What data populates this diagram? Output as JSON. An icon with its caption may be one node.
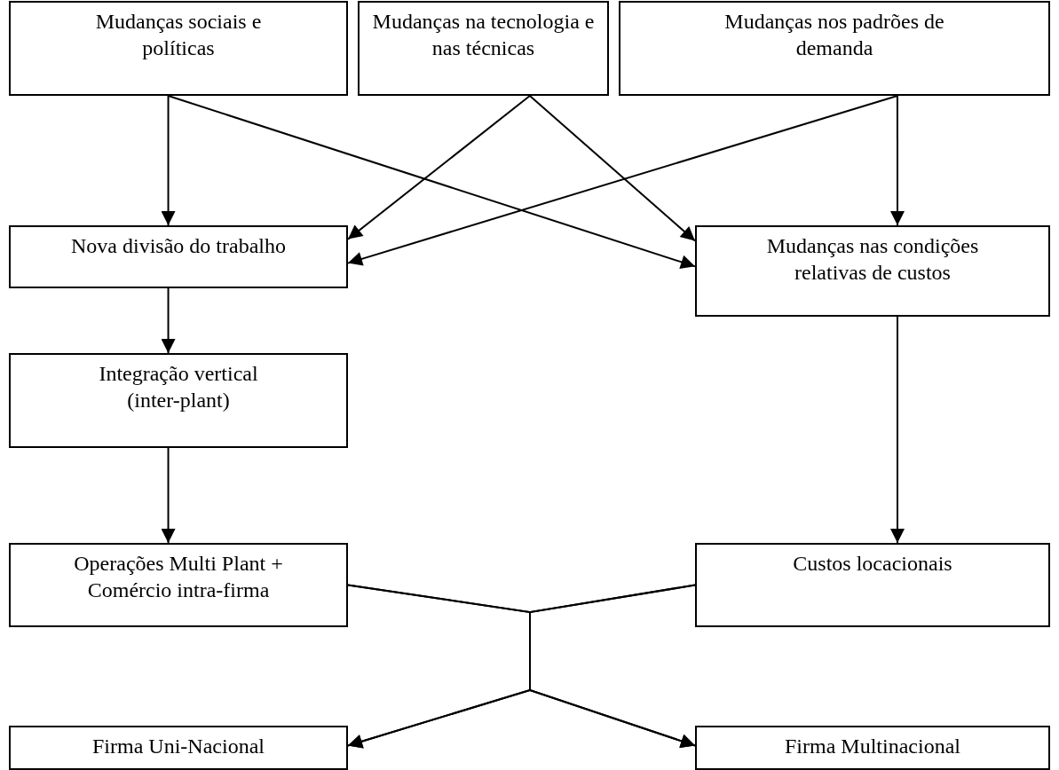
{
  "diagram": {
    "nodes": [
      {
        "text": [
          "Mudanças sociais e políticas"
        ]
      },
      {
        "text": [
          "Mudanças na tecnologia e nas técnicas"
        ]
      },
      {
        "text": [
          "Mudanças nos padrões de demanda"
        ]
      },
      {
        "text": [
          "Nova divisão do trabalho"
        ]
      },
      {
        "text": [
          "Mudanças nas condições relativas de custos"
        ]
      },
      {
        "text": [
          "Integração vertical (inter-plant)"
        ]
      },
      {
        "text": [
          "Operações Multi Plant + Comércio intra-firma"
        ]
      },
      {
        "text": [
          "Custos locacionais"
        ]
      },
      {
        "text": [
          "Firma Uni-Nacional"
        ]
      },
      {
        "text": [
          "Firma Multinacional"
        ]
      }
    ],
    "edges": [
      {
        "from": 0,
        "to": 3,
        "arrow": "to"
      },
      {
        "from": 0,
        "to": 4,
        "arrow": "to"
      },
      {
        "from": 1,
        "to": 3,
        "arrow": "to"
      },
      {
        "from": 1,
        "to": 4,
        "arrow": "to"
      },
      {
        "from": 2,
        "to": 3,
        "arrow": "to"
      },
      {
        "from": 2,
        "to": 4,
        "arrow": "to"
      },
      {
        "from": 3,
        "to": 5,
        "arrow": "to"
      },
      {
        "from": 4,
        "to": 7,
        "arrow": "to"
      },
      {
        "from": 5,
        "to": 6,
        "arrow": "to"
      },
      {
        "from": 6,
        "to": 8,
        "arrow": "to"
      },
      {
        "from": 6,
        "to": 9,
        "arrow": "to"
      },
      {
        "from": 7,
        "to": 8,
        "arrow": "to"
      },
      {
        "from": 7,
        "to": 9,
        "arrow": "to"
      }
    ]
  }
}
